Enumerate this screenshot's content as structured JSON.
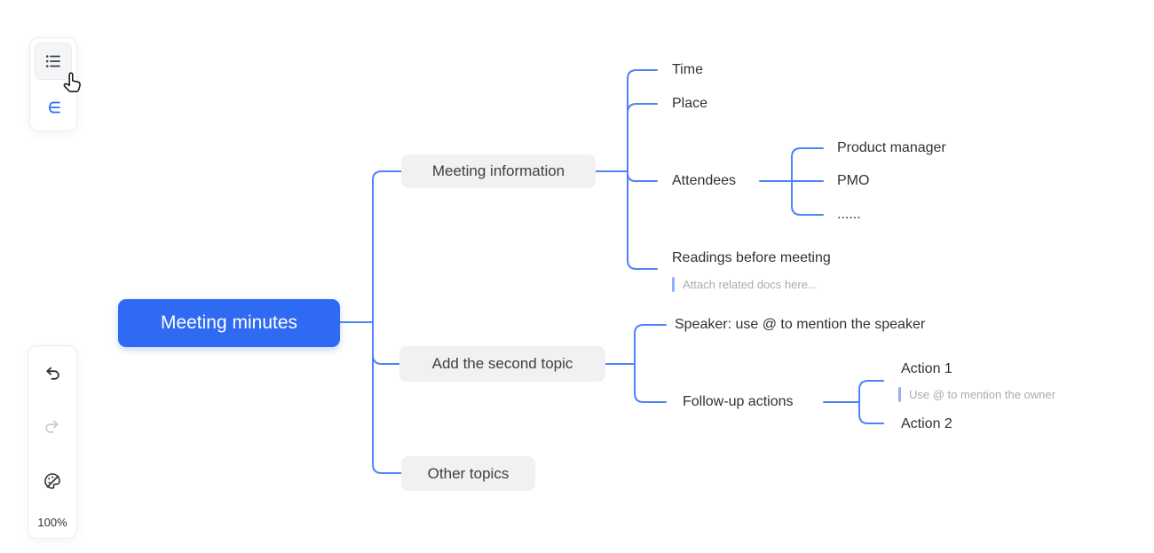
{
  "toolbar_top": {
    "buttons": [
      {
        "icon": "list-outline-icon"
      },
      {
        "icon": "mindmap-structure-icon"
      }
    ]
  },
  "toolbar_bottom": {
    "undo_icon": "undo-icon",
    "redo_icon": "redo-icon",
    "theme_icon": "palette-icon",
    "zoom_level": "100%"
  },
  "mindmap": {
    "root": {
      "label": "Meeting minutes"
    },
    "branches": [
      {
        "label": "Meeting information",
        "children": [
          {
            "label": "Time"
          },
          {
            "label": "Place"
          },
          {
            "label": "Attendees",
            "children": [
              {
                "label": "Product manager"
              },
              {
                "label": "PMO"
              },
              {
                "label": "......"
              }
            ]
          },
          {
            "label": "Readings before meeting",
            "note": "Attach related docs here..."
          }
        ]
      },
      {
        "label": "Add the second topic",
        "children": [
          {
            "label": "Speaker: use @ to mention the speaker"
          },
          {
            "label": "Follow-up actions",
            "children": [
              {
                "label": "Action 1",
                "note": "Use @ to mention the owner"
              },
              {
                "label": "Action 2"
              }
            ]
          }
        ]
      },
      {
        "label": "Other topics"
      }
    ]
  },
  "colors": {
    "root_fill": "#2f6bf2",
    "branch_fill": "#f1f1f2",
    "connector": "#4e83f5",
    "note_bar": "#8fb2f8",
    "note_text": "#a8abb2",
    "accent_icon": "#3370ff"
  }
}
